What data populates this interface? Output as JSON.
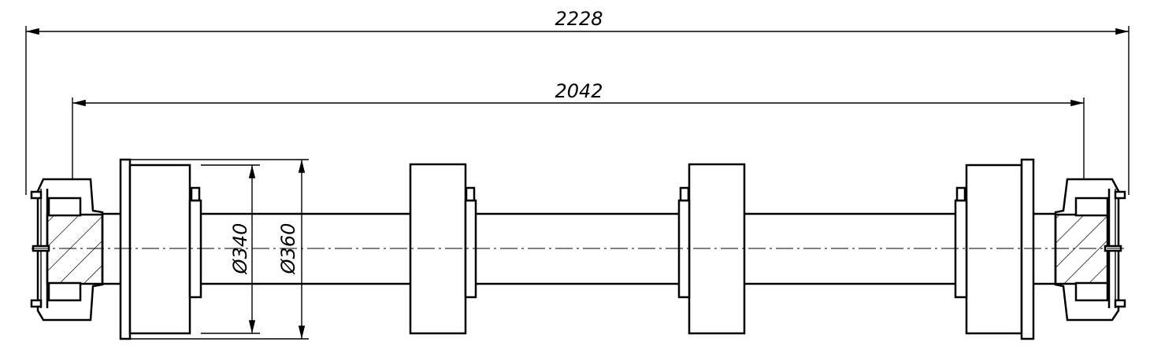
{
  "drawing": {
    "title": "Axle assembly with wheels and bearing housings",
    "dimensions": {
      "overall_length": "2228",
      "bearing_span": "2042",
      "diameter_inner": "Ø340",
      "diameter_outer": "Ø360"
    },
    "colors": {
      "line": "#000000",
      "background": "#ffffff"
    }
  }
}
